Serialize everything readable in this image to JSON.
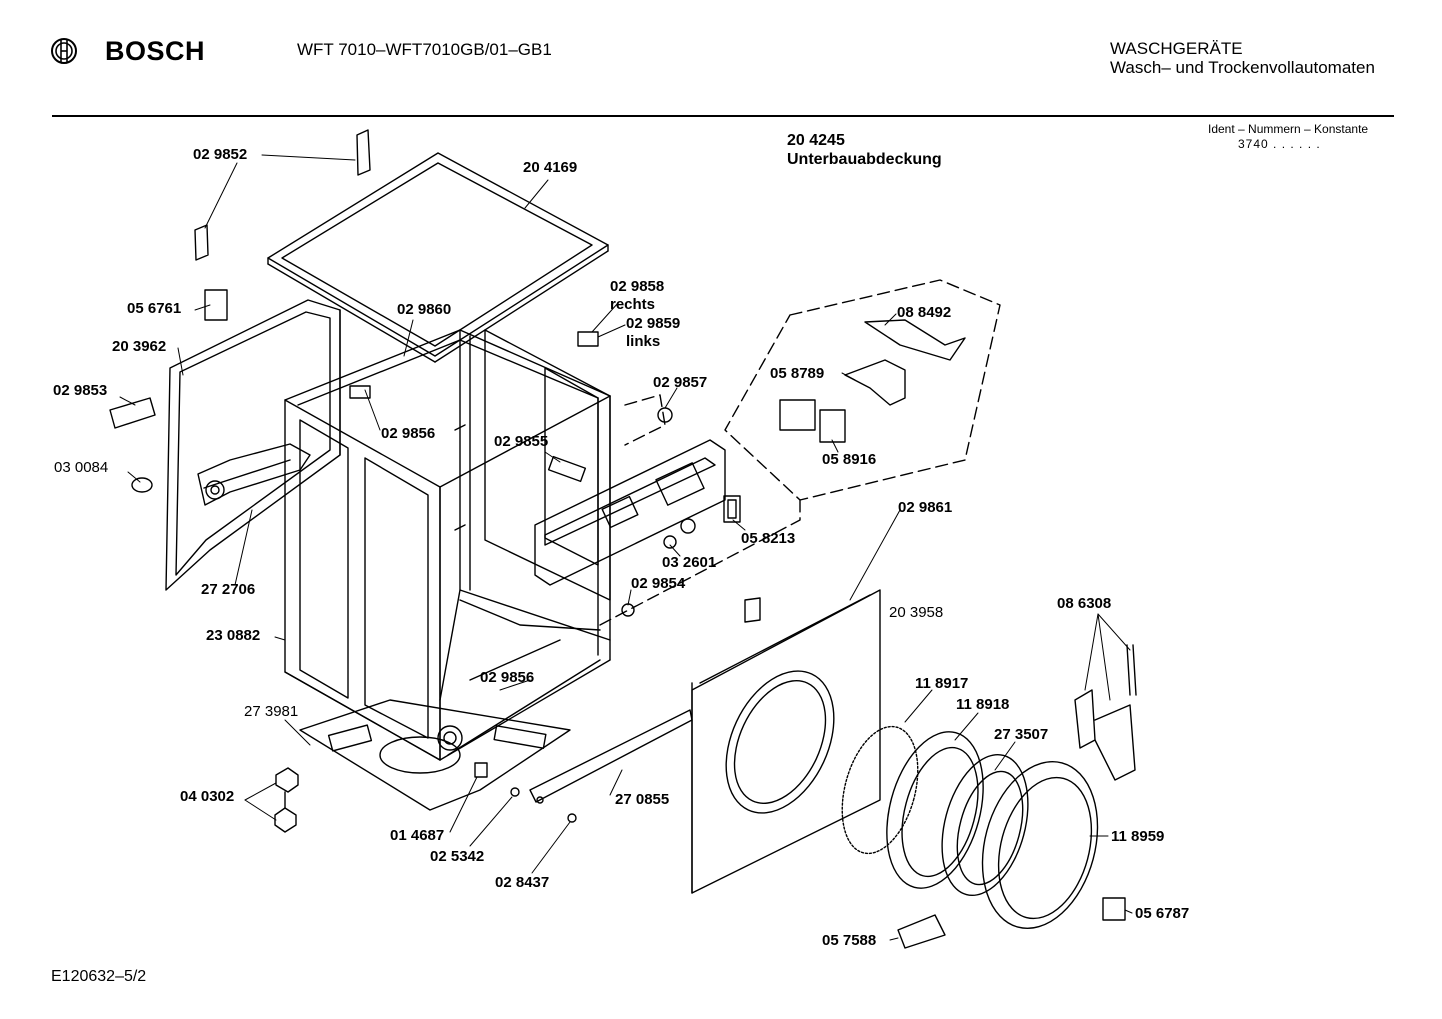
{
  "header": {
    "brand": "BOSCH",
    "model": "WFT 7010–WFT7010GB/01–GB1",
    "category": "WASCHGERÄTE",
    "subcategory": "Wasch– und Trockenvollautomaten"
  },
  "ident": {
    "label": "Ident – Nummern – Konstante",
    "code": "3740  .  .    .  .  .  ."
  },
  "assembly": {
    "number": "20 4245",
    "name": "Unterbauabdeckung"
  },
  "parts": {
    "p029852": "02 9852",
    "p204169": "20 4169",
    "p056761": "05 6761",
    "p029860": "02 9860",
    "p029858": "02 9858",
    "rechts": "rechts",
    "p029859": "02 9859",
    "links": "links",
    "p203962": "20 3962",
    "p029853": "02 9853",
    "p029856a": "02 9856",
    "p029857": "02 9857",
    "p029855": "02 9855",
    "p030084": "03 0084",
    "p088492": "08 8492",
    "p058789": "05 8789",
    "p058916": "05 8916",
    "p029861": "02 9861",
    "p058213": "05 8213",
    "p032601": "03 2601",
    "p029854": "02 9854",
    "p272706": "27 2706",
    "p230882": "23 0882",
    "p203958": "20 3958",
    "p086308": "08 6308",
    "p029856b": "02 9856",
    "p118917": "11 8917",
    "p118918": "11 8918",
    "p273507": "27 3507",
    "p273981": "27 3981",
    "p040302": "04 0302",
    "p270855": "27 0855",
    "p014687": "01 4687",
    "p118959": "11 8959",
    "p025342": "02 5342",
    "p028437": "02 8437",
    "p056787": "05 6787",
    "p057588": "05 7588"
  },
  "footer": {
    "doc_id": "E120632–5/2"
  }
}
